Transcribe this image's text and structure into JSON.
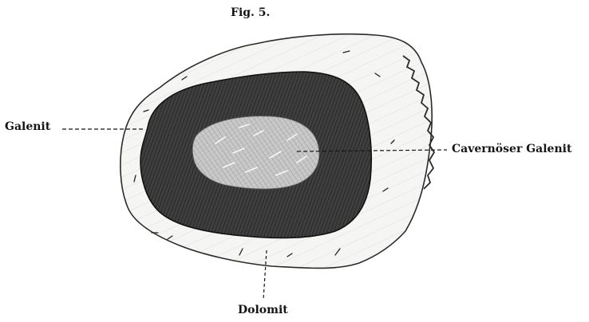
{
  "figure": {
    "title": "Fig. 5.",
    "labels": {
      "galenit": "Galenit",
      "cavernous_galenit": "Cavernöser Galenit",
      "dolomit": "Dolomit"
    }
  },
  "colors": {
    "ink": "#151515",
    "dolomite_fill": "#f4f4f2",
    "galena_fill": "#3b3b3b",
    "cavernous_fill": "#d2d2d2"
  }
}
